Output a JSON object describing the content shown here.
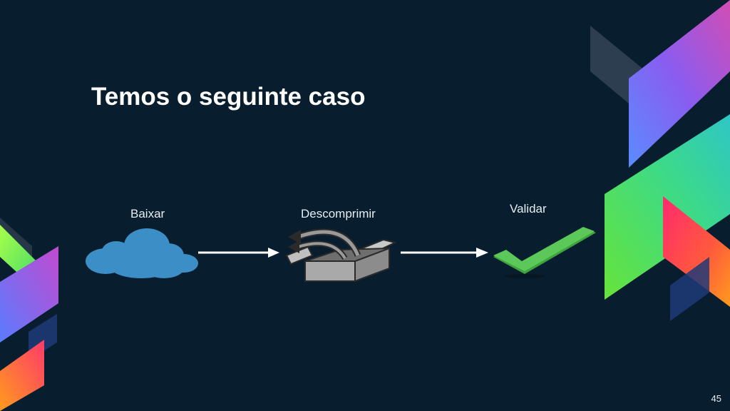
{
  "slide": {
    "title": "Temos o seguinte caso",
    "page_number": "45"
  },
  "diagram": {
    "steps": [
      {
        "label": "Baixar",
        "icon": "cloud-icon"
      },
      {
        "label": "Descomprimir",
        "icon": "open-box-icon"
      },
      {
        "label": "Validar",
        "icon": "checkmark-icon"
      }
    ],
    "arrows": [
      {
        "from": "Baixar",
        "to": "Descomprimir"
      },
      {
        "from": "Descomprimir",
        "to": "Validar"
      }
    ]
  },
  "colors": {
    "background": "#081e2f",
    "cloud": "#3b8fc6",
    "check": "#5cc85a",
    "box": "#a9a9a9"
  }
}
